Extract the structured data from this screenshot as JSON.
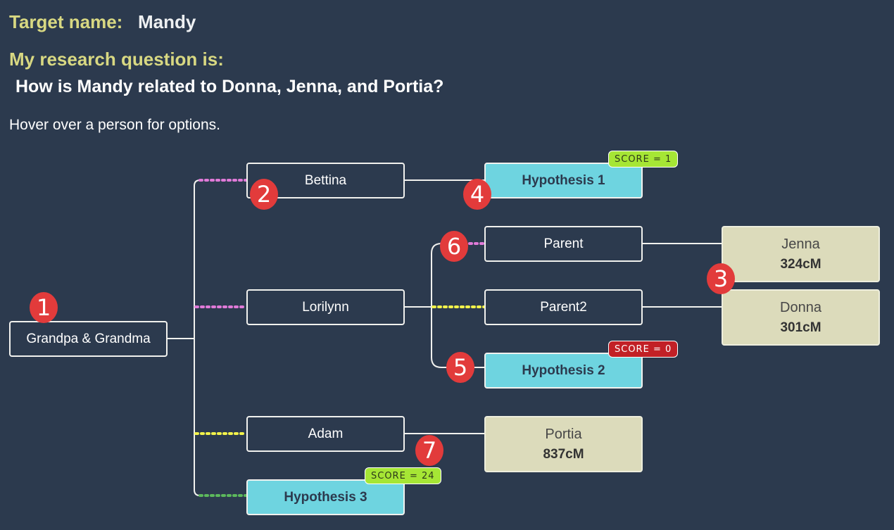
{
  "header": {
    "target_label": "Target name:",
    "target_name": "Mandy",
    "question_label": "My research question is:",
    "question": "How is Mandy related to Donna, Jenna, and Portia?",
    "hint": "Hover over a person for options."
  },
  "tree": {
    "root": "Grandpa & Grandma",
    "bettina": "Bettina",
    "lorilynn": "Lorilynn",
    "adam": "Adam",
    "hypothesis1": "Hypothesis 1",
    "hypothesis2": "Hypothesis 2",
    "hypothesis3": "Hypothesis 3",
    "parent": "Parent",
    "parent2": "Parent2"
  },
  "matches": {
    "jenna": {
      "name": "Jenna",
      "cm": "324cM"
    },
    "donna": {
      "name": "Donna",
      "cm": "301cM"
    },
    "portia": {
      "name": "Portia",
      "cm": "837cM"
    }
  },
  "scores": {
    "hyp1": "SCORE = 1",
    "hyp2": "SCORE = 0",
    "hyp3": "SCORE = 24"
  },
  "steps": [
    "1",
    "2",
    "3",
    "4",
    "5",
    "6",
    "7"
  ],
  "colors": {
    "background": "#2c3a4e",
    "heading": "#d8d882",
    "hypothesis": "#6ed4e0",
    "match": "#dcdbbb",
    "score_good": "#a6e635",
    "score_bad": "#c22026",
    "step_marker": "#e23b3b",
    "link_pink": "#e07ad8",
    "link_yellow": "#f2f24a",
    "link_green": "#5cb85c"
  }
}
